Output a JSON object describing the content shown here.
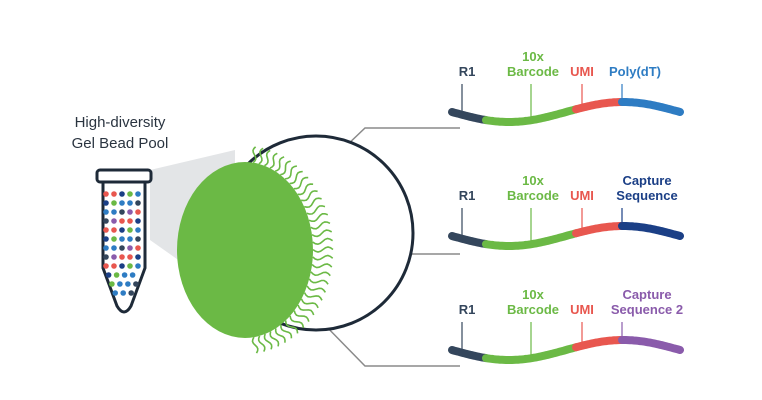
{
  "pool_title": {
    "line1": "High-diversity",
    "line2": "Gel Bead Pool"
  },
  "colors": {
    "r1": "#34465c",
    "barcode": "#6bb945",
    "umi": "#e8574f",
    "polydt": "#2e7cc3",
    "capture1": "#1b3f86",
    "capture2": "#8a5bab",
    "bead": "#6bb945",
    "outline": "#1e2a38",
    "connector": "#8a8a8a",
    "cone": "#e3e5e7"
  },
  "oligos": [
    {
      "r1": "R1",
      "barcode": [
        "10x",
        "Barcode"
      ],
      "umi": "UMI",
      "capture": [
        "Poly(dT)"
      ],
      "capture_color": "#2e7cc3"
    },
    {
      "r1": "R1",
      "barcode": [
        "10x",
        "Barcode"
      ],
      "umi": "UMI",
      "capture": [
        "Capture",
        "Sequence"
      ],
      "capture_color": "#1b3f86"
    },
    {
      "r1": "R1",
      "barcode": [
        "10x",
        "Barcode"
      ],
      "umi": "UMI",
      "capture": [
        "Capture",
        "Sequence 2"
      ],
      "capture_color": "#8a5bab"
    }
  ]
}
